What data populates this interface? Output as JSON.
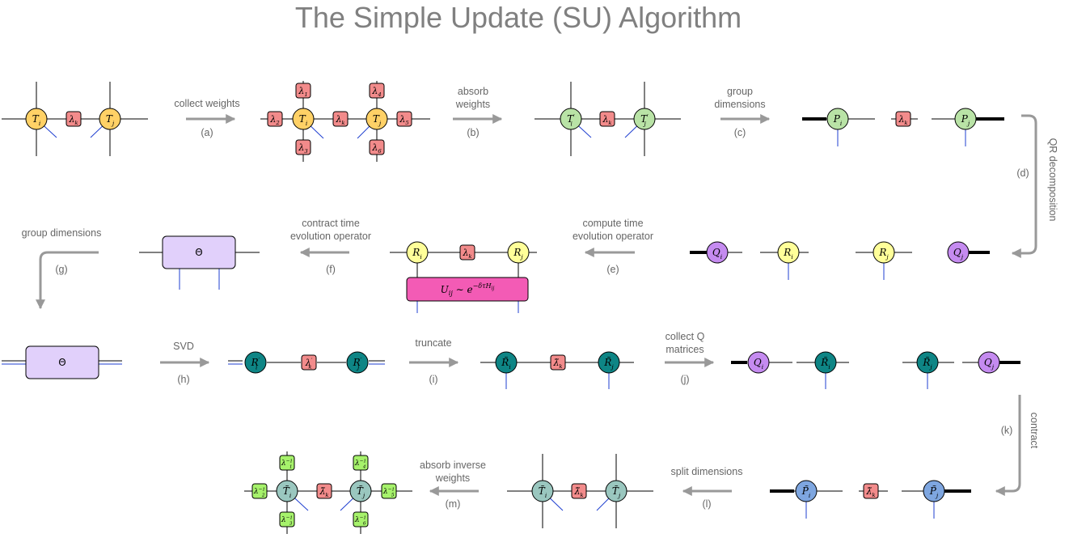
{
  "title": "The Simple Update (SU) Algorithm",
  "steps": {
    "a": {
      "lines": [
        "collect weights"
      ],
      "tag": "(a)"
    },
    "b": {
      "lines": [
        "absorb",
        "weights"
      ],
      "tag": "(b)"
    },
    "c": {
      "lines": [
        "group",
        "dimensions"
      ],
      "tag": "(c)"
    },
    "d": {
      "lines": [
        "QR decomposition"
      ],
      "tag": "(d)"
    },
    "e": {
      "lines": [
        "compute time",
        "evolution operator"
      ],
      "tag": "(e)"
    },
    "f": {
      "lines": [
        "contract time",
        "evolution operator"
      ],
      "tag": "(f)"
    },
    "g": {
      "lines": [
        "group dimensions"
      ],
      "tag": "(g)"
    },
    "h": {
      "lines": [
        "SVD"
      ],
      "tag": "(h)"
    },
    "i": {
      "lines": [
        "truncate"
      ],
      "tag": "(i)"
    },
    "j": {
      "lines": [
        "collect Q",
        "matrices"
      ],
      "tag": "(j)"
    },
    "k": {
      "lines": [
        "contract"
      ],
      "tag": "(k)"
    },
    "l": {
      "lines": [
        "split dimensions"
      ],
      "tag": "(l)"
    },
    "m": {
      "lines": [
        "absorb inverse",
        "weights"
      ],
      "tag": "(m)"
    }
  },
  "tensors": {
    "Ti": {
      "base": "T",
      "sub": "i"
    },
    "Tj": {
      "base": "T",
      "sub": "j"
    },
    "Tpi": {
      "base": "T",
      "sup": "′",
      "sub": "i"
    },
    "Tpj": {
      "base": "T",
      "sup": "′",
      "sub": "j"
    },
    "Pi": {
      "base": "P",
      "sub": "i"
    },
    "Pj": {
      "base": "P",
      "sub": "j"
    },
    "Qi": {
      "base": "Q",
      "sub": "i"
    },
    "Qj": {
      "base": "Q",
      "sub": "j"
    },
    "Ri": {
      "base": "R",
      "sub": "i"
    },
    "Rj": {
      "base": "R",
      "sub": "j"
    },
    "Rpi": {
      "base": "R",
      "sup": "′",
      "sub": "i"
    },
    "Rpj": {
      "base": "R",
      "sup": "′",
      "sub": "j"
    },
    "Rti": {
      "base": "R̃",
      "sub": "i"
    },
    "Rtj": {
      "base": "R̃",
      "sub": "j"
    },
    "Pti": {
      "base": "P̃",
      "sub": "i"
    },
    "Ptj": {
      "base": "P̃",
      "sub": "j"
    },
    "Tti": {
      "base": "T̃",
      "sub": "i"
    },
    "Ttj": {
      "base": "T̃",
      "sub": "j"
    }
  },
  "weights": {
    "lk": {
      "base": "λ",
      "sub": "k"
    },
    "l1": {
      "base": "λ",
      "sub": "1"
    },
    "l2": {
      "base": "λ",
      "sub": "2"
    },
    "l3": {
      "base": "λ",
      "sub": "3"
    },
    "l4": {
      "base": "λ",
      "sub": "4"
    },
    "l5": {
      "base": "λ",
      "sub": "5"
    },
    "l6": {
      "base": "λ",
      "sub": "6"
    },
    "lpk": {
      "base": "λ",
      "sup": "′",
      "sub": "k"
    },
    "ltk": {
      "base": "λ̃",
      "sub": "k"
    },
    "li1": {
      "base": "λ",
      "sup": "−1",
      "sub": "1"
    },
    "li2": {
      "base": "λ",
      "sup": "−1",
      "sub": "2"
    },
    "li3": {
      "base": "λ",
      "sup": "−1",
      "sub": "3"
    },
    "li4": {
      "base": "λ",
      "sup": "−1",
      "sub": "4"
    },
    "li5": {
      "base": "λ",
      "sup": "−1",
      "sub": "5"
    },
    "li6": {
      "base": "λ",
      "sup": "−1",
      "sub": "6"
    }
  },
  "theta": "Θ",
  "operator": {
    "lhs": "U",
    "lhs_sub": "ij",
    "rel": "∼",
    "base": "e",
    "exponent": "−δτH",
    "exponent_sub": "ij"
  },
  "colors": {
    "orange": "#FFD166",
    "green": "#B9E3A6",
    "yellow": "#FFFF99",
    "purple": "#C58BF0",
    "teal": "#0E8585",
    "blue": "#7EA6E0",
    "graygreen": "#9AC7BF",
    "weight": "#F28B8B",
    "inverse_weight": "#A6F26B",
    "theta_box": "#E1D0FB",
    "operator_box": "#F35BB5",
    "arrow": "#999999",
    "physical_leg": "#1F3FD0"
  }
}
